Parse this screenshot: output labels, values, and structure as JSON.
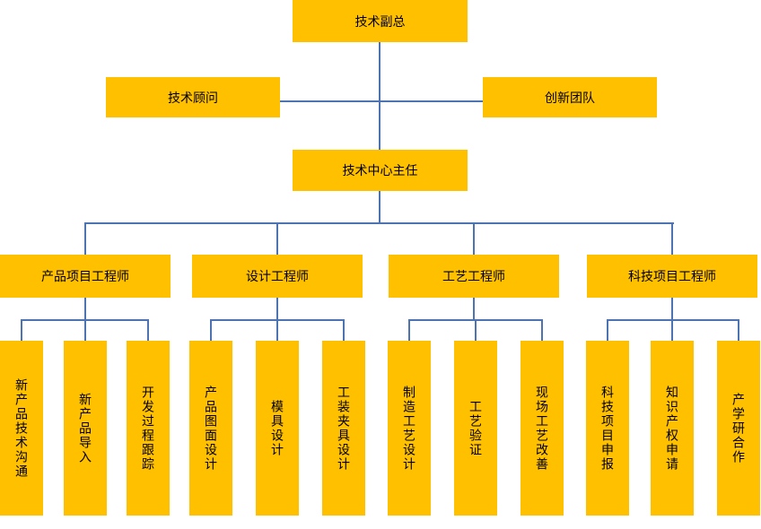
{
  "org_chart": {
    "root_label": "技术副总",
    "advisor_left": "技术顾问",
    "advisor_right": "创新团队",
    "director_label": "技术中心主任",
    "departments": [
      {
        "label": "产品项目工程师",
        "duties": [
          "新产品技术沟通",
          "新产品导入",
          "开发过程跟踪"
        ]
      },
      {
        "label": "设计工程师",
        "duties": [
          "产品图面设计",
          "模具设计",
          "工装夹具设计"
        ]
      },
      {
        "label": "工艺工程师",
        "duties": [
          "制造工艺设计",
          "工艺验证",
          "现场工艺改善"
        ]
      },
      {
        "label": "科技项目工程师",
        "duties": [
          "科技项目申报",
          "知识产权申请",
          "产学研合作"
        ]
      }
    ],
    "colors": {
      "node_fill": "#FFC000",
      "connector": "#4E73B2",
      "text": "#000000"
    }
  }
}
